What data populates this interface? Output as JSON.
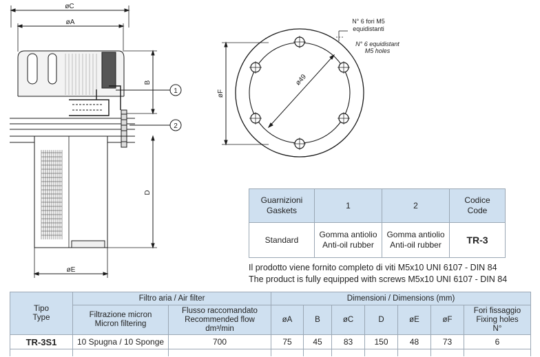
{
  "drawing": {
    "labels": {
      "dim_c": "øC",
      "dim_a": "øA",
      "dim_b": "B",
      "dim_d": "D",
      "dim_e": "øE",
      "dim_f": "øF",
      "dim_49": "ø49",
      "callout_1": "1",
      "callout_2": "2",
      "holes_it_1": "N° 6 fori M5",
      "holes_it_2": "equidistanti",
      "holes_en_1": "N° 6 equidistant",
      "holes_en_2": "M5 holes"
    }
  },
  "gasket_table": {
    "header": {
      "col1_it": "Guarnizioni",
      "col1_en": "Gaskets",
      "col2": "1",
      "col3": "2",
      "col4_it": "Codice",
      "col4_en": "Code"
    },
    "row": {
      "col1": "Standard",
      "col2_it": "Gomma antiolio",
      "col2_en": "Anti-oil rubber",
      "col3_it": "Gomma antiolio",
      "col3_en": "Anti-oil rubber",
      "code": "TR-3"
    }
  },
  "notes": {
    "it": "Il prodotto viene fornito completo di viti M5x10 UNI 6107 - DIN 84",
    "en": "The product is fully equipped with screws M5x10 UNI 6107 - DIN 84"
  },
  "main_table": {
    "tipo_it": "Tipo",
    "tipo_en": "Type",
    "group_filter": "Filtro aria / Air filter",
    "group_dims": "Dimensioni / Dimensions (mm)",
    "filtration_it": "Filtrazione micron",
    "filtration_en": "Micron filtering",
    "flow_it": "Flusso raccomandato",
    "flow_en": "Recommended flow",
    "flow_unit": "dm³/min",
    "col_a": "øA",
    "col_b": "B",
    "col_c": "øC",
    "col_d": "D",
    "col_e": "øE",
    "col_f": "øF",
    "holes_it": "Fori fissaggio",
    "holes_en": "Fixing holes",
    "holes_n": "N°",
    "row": {
      "tipo": "TR-3S1",
      "filtration": "10 Spugna / 10 Sponge",
      "flow": "700",
      "a": "75",
      "b": "45",
      "c": "83",
      "d": "150",
      "e": "48",
      "f": "73",
      "holes": "6"
    }
  }
}
